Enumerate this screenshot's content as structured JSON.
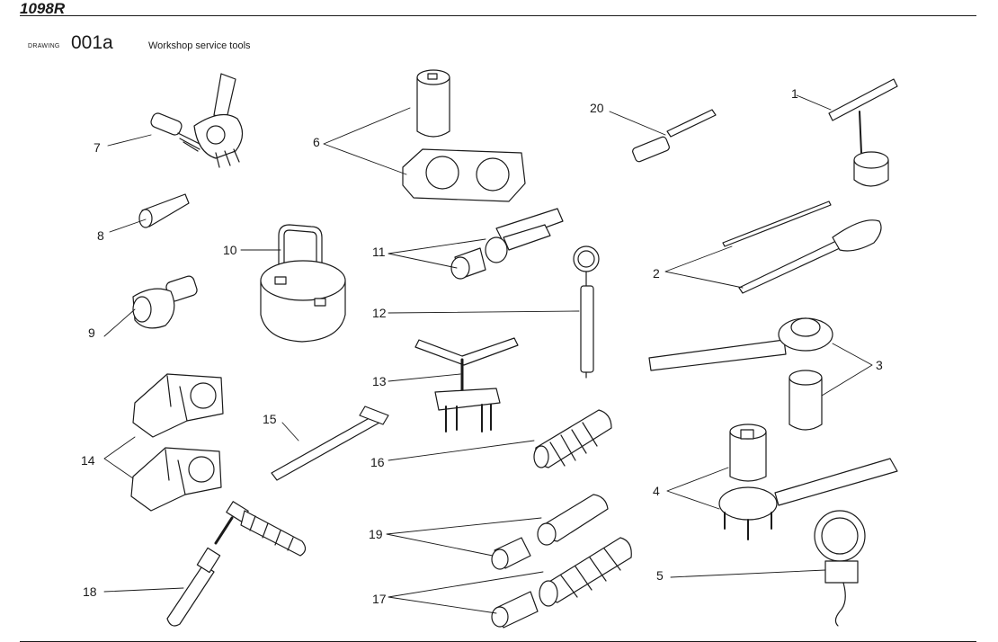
{
  "header": {
    "model_logo": "1098R",
    "drawing_label": "DRAWING",
    "drawing_number": "001a",
    "title": "Workshop service tools"
  },
  "diagram": {
    "ink_color": "#1a1a1a",
    "fill_color": "#ffffff",
    "callouts": [
      {
        "id": "1",
        "label": "1"
      },
      {
        "id": "2",
        "label": "2"
      },
      {
        "id": "3",
        "label": "3"
      },
      {
        "id": "4",
        "label": "4"
      },
      {
        "id": "5",
        "label": "5"
      },
      {
        "id": "6",
        "label": "6"
      },
      {
        "id": "7",
        "label": "7"
      },
      {
        "id": "8",
        "label": "8"
      },
      {
        "id": "9",
        "label": "9"
      },
      {
        "id": "10",
        "label": "10"
      },
      {
        "id": "11",
        "label": "11"
      },
      {
        "id": "12",
        "label": "12"
      },
      {
        "id": "13",
        "label": "13"
      },
      {
        "id": "14",
        "label": "14"
      },
      {
        "id": "15",
        "label": "15"
      },
      {
        "id": "16",
        "label": "16"
      },
      {
        "id": "17",
        "label": "17"
      },
      {
        "id": "18",
        "label": "18"
      },
      {
        "id": "19",
        "label": "19"
      },
      {
        "id": "20",
        "label": "20"
      }
    ]
  }
}
